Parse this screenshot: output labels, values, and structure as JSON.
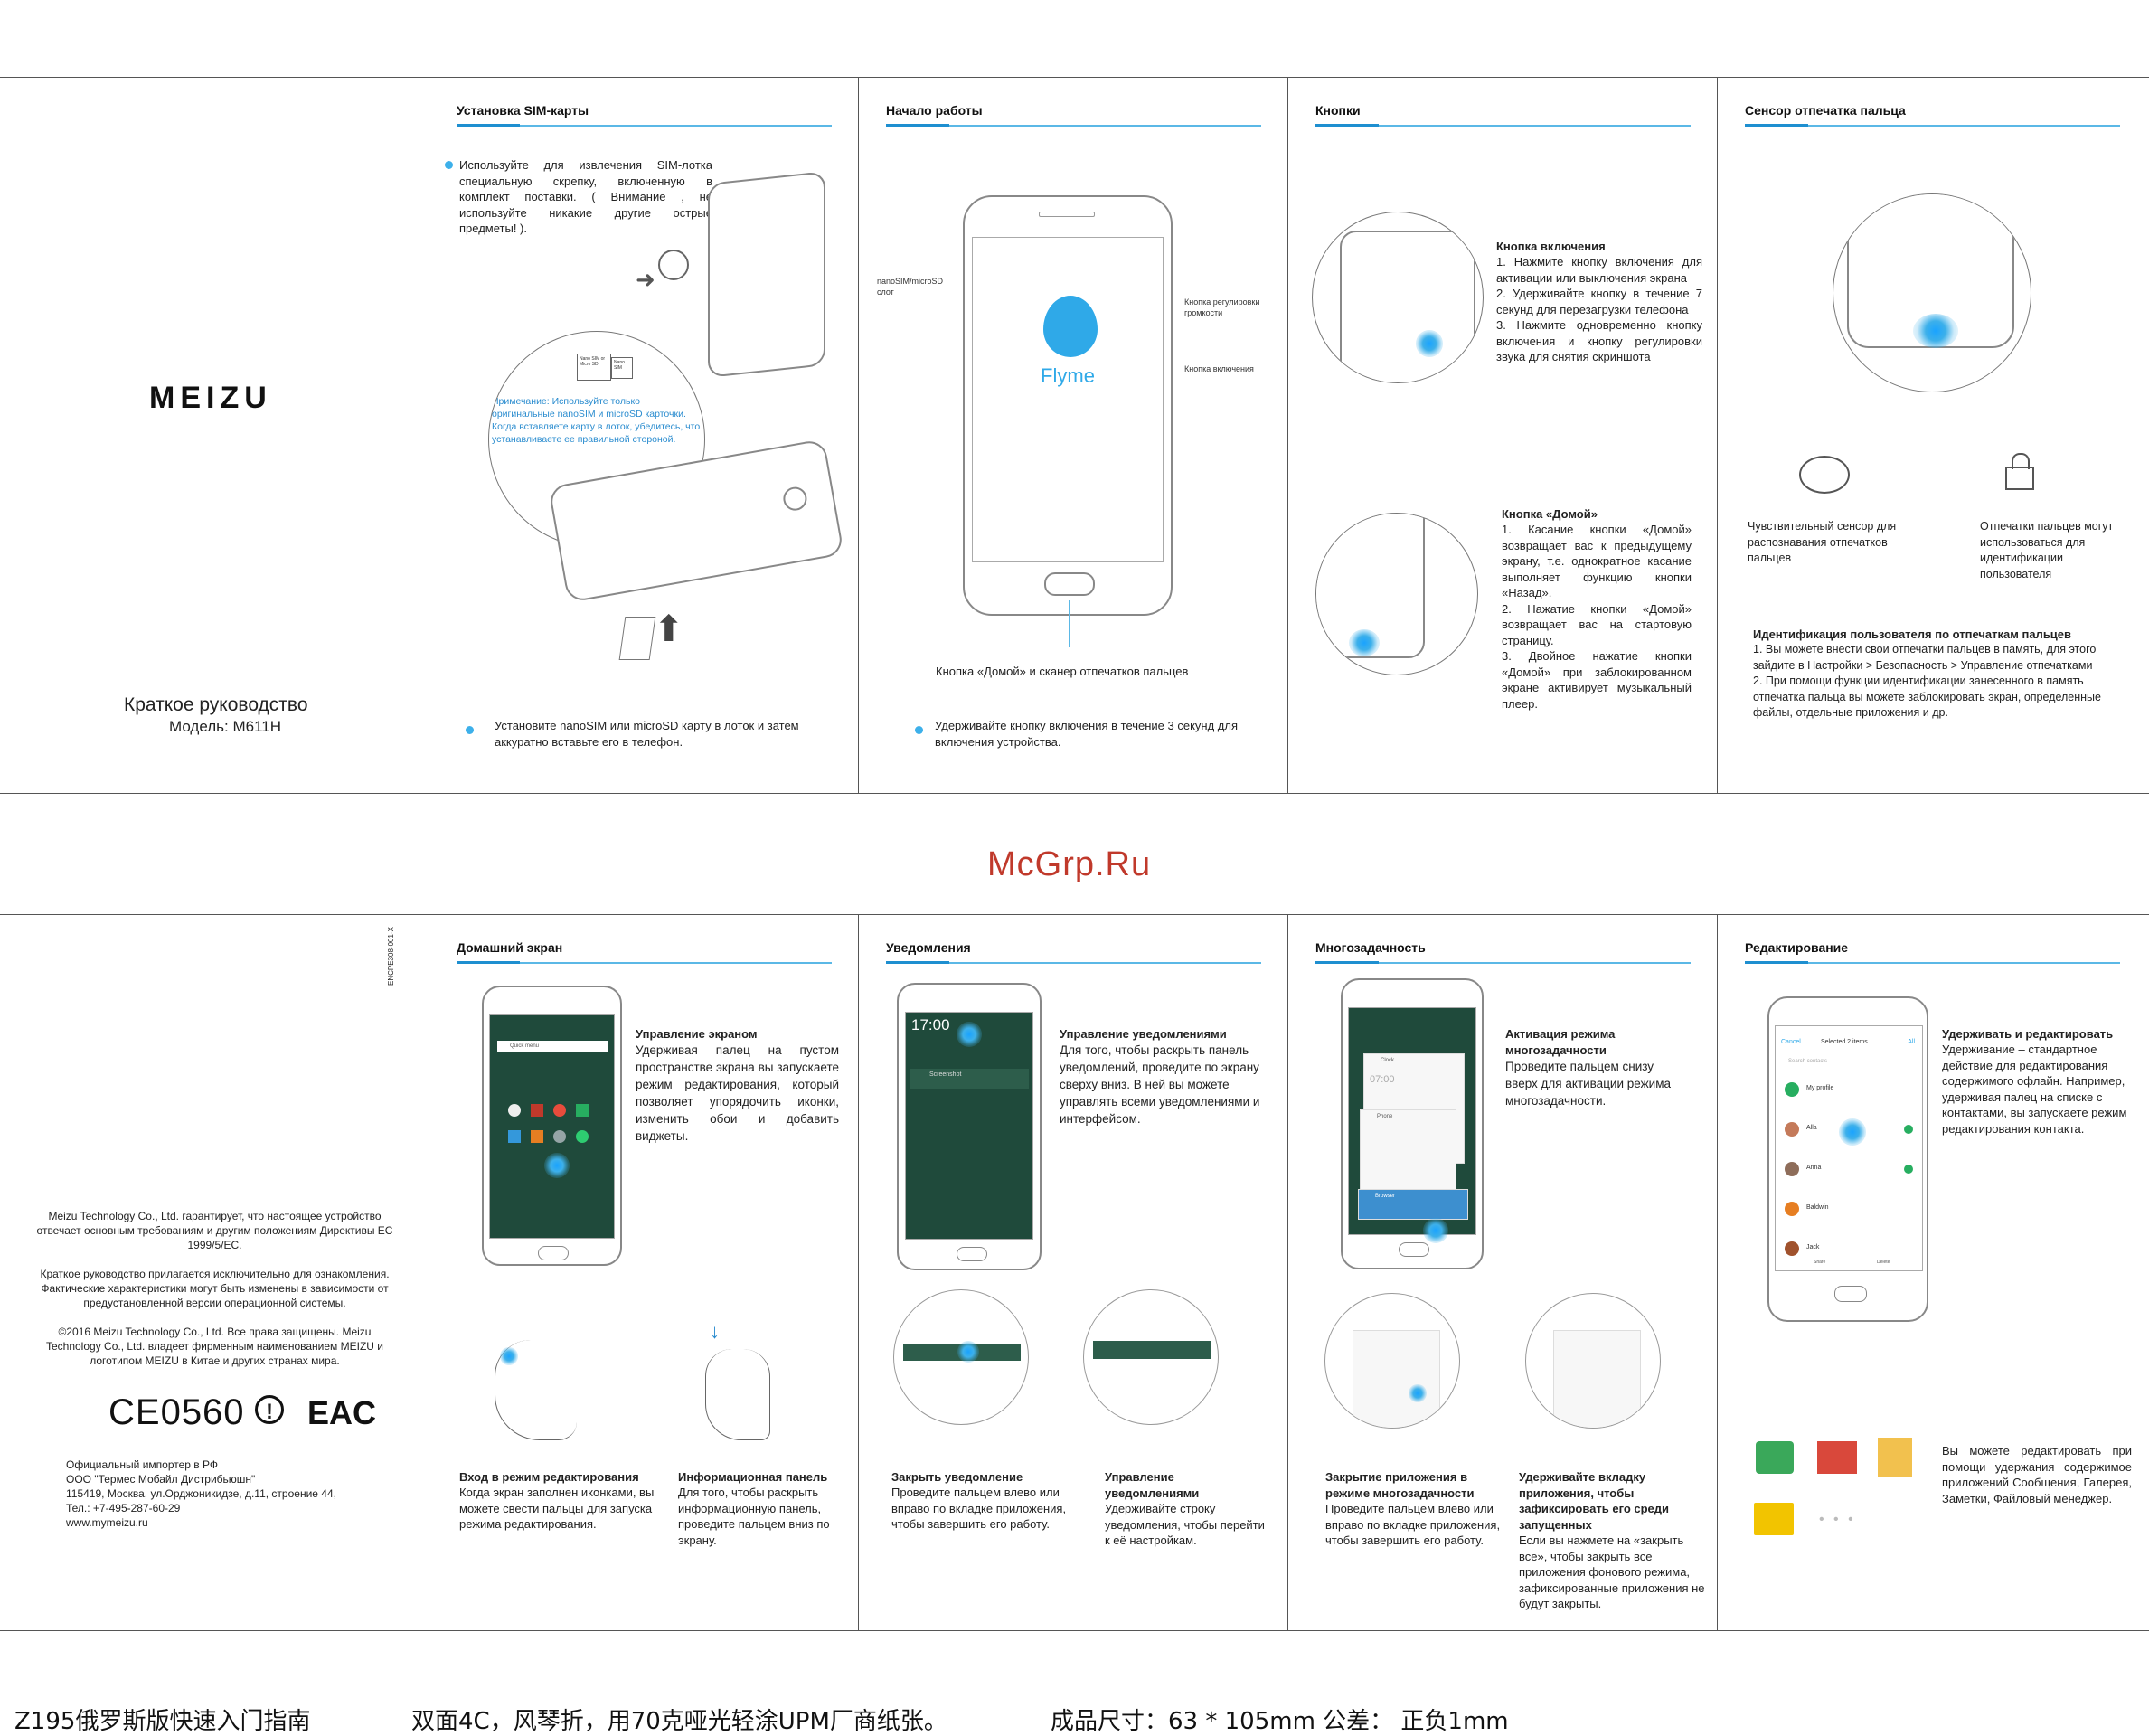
{
  "sheet1": {
    "brand": "MEIZU",
    "cover_title": "Краткое руководство",
    "cover_model": "Модель: M611H",
    "sim": {
      "title": "Установка SIM-карты",
      "step1": "Используйте для извлечения SIM-лотка специальную скрепку, включенную в комплект поставки. ( Внимание , не используйте никакие другие острые предметы! ).",
      "note": "Примечание: Используйте только оригинальные nanoSIM и microSD карточки. Когда вставляете карту в лоток, убедитесь, что устанавливаете ее правильной стороной.",
      "tray_label1": "Nano SIM or Micro SD",
      "tray_label2": "Nano SIM",
      "step2": "Установите nanoSIM или microSD карту в лоток и затем аккуратно вставьте его в телефон."
    },
    "start": {
      "title": "Начало работы",
      "slot_label": "nanoSIM/microSD слот",
      "volume_label": "Кнопка регулировки громкости",
      "power_label": "Кнопка включения",
      "flyme": "Flyme",
      "home_label": "Кнопка «Домой» и сканер отпечатков пальцев",
      "step": "Удерживайте кнопку включения в течение 3 секунд для включения устройства."
    },
    "buttons": {
      "title": "Кнопки",
      "power_title": "Кнопка включения",
      "power_text": "1. Нажмите кнопку включения для активации или выключения экрана\n2. Удерживайте кнопку в течение 7 секунд для перезагрузки телефона\n3. Нажмите одновременно кнопку включения и кнопку регулировки звука для снятия скриншота",
      "home_title": "Кнопка «Домой»",
      "home_text": "1. Касание кнопки «Домой» возвращает вас к предыдущему экрану, т.е. однократное касание выполняет функцию кнопки «Назад».\n2. Нажатие кнопки «Домой» возвращает вас на стартовую страницу.\n3. Двойное нажатие кнопки «Домой» при заблокированном экране активирует музыкальный плеер."
    },
    "fingerprint": {
      "title": "Сенсор отпечатка пальца",
      "icon1_text": "Чувствительный сенсор для распознавания отпечатков пальцев",
      "icon2_text": "Отпечатки пальцев могут использоваться для идентификации пользователя",
      "id_title": "Идентификация пользователя по отпечаткам пальцев",
      "id_text": "1. Вы можете внести свои отпечатки пальцев в память, для этого зайдите в Настройки > Безопасность > Управление отпечатками\n2. При помощи функции идентификации занесенного в память отпечатка пальца вы можете заблокировать экран, определенные файлы, отдельные приложения и др."
    }
  },
  "watermark": "McGrp.Ru",
  "sheet2": {
    "legal": {
      "code": "ENCPE308-001-X",
      "p1": "Meizu Technology Co., Ltd. гарантирует, что настоящее устройство отвечает основным требованиям и другим положениям Директивы ЕС 1999/5/EC.",
      "p2": "Краткое руководство прилагается исключительно для ознакомления. Фактические характеристики могут быть изменены в зависимости от предустановленной версии операционной системы.",
      "p3": "©2016 Meizu Technology Co., Ltd. Все права защищены. Meizu Technology Co., Ltd. владеет фирменным наименованием MEIZU и логотипом MEIZU в Китае и других странах мира.",
      "ce": "CE0560",
      "eac": "EAC",
      "importer": "Официальный импортер в РФ\nООО \"Термес Мобайл Дистрибьюшн\"\n115419, Москва, ул.Орджоникидзе, д.11, строение 44,\nТел.: +7-495-287-60-29\nwww.mymeizu.ru"
    },
    "home": {
      "title": "Домашний экран",
      "manage_title": "Управление экраном",
      "manage_text": "Удерживая палец на пустом пространстве экрана вы запускаете режим редактирования, который позволяет упорядочить иконки, изменить обои и добавить виджеты.",
      "edit_title": "Вход в режим редактирования",
      "edit_text": "Когда экран заполнен иконками, вы можете свести пальцы для запуска режима редактирования.",
      "info_title": "Информационная панель",
      "info_text": "Для того, чтобы раскрыть информационную панель, проведите пальцем вниз по экрану.",
      "search": "Quick menu"
    },
    "notify": {
      "title": "Уведомления",
      "manage_title": "Управление уведомлениями",
      "manage_text": "Для того, чтобы раскрыть панель уведомлений, проведите по экрану сверху вниз. В ней вы можете управлять всеми уведомлениями и интерфейсом.",
      "close_title": "Закрыть уведомление",
      "close_text": "Проведите пальцем влево или вправо по вкладке приложения, чтобы завершить его работу.",
      "ctrl_title": "Управление уведомлениями",
      "ctrl_text": "Удерживайте строку уведомления, чтобы перейти к её настройкам.",
      "time": "17:00",
      "screenshot": "Screenshot"
    },
    "multi": {
      "title": "Многозадачность",
      "act_title": "Активация режима многозадачности",
      "act_text": "Проведите пальцем снизу вверх для активации режима многозадачности.",
      "close_title": "Закрытие приложения в режиме многозадачности",
      "close_text": "Проведите пальцем влево или вправо по вкладке приложения, чтобы завершить его работу.",
      "hold_title": "Удерживайте вкладку приложения, чтобы зафиксировать его среди запущенных",
      "hold_text": "Если вы нажмете на «закрыть все», чтобы закрыть все приложения фонового режима, зафиксированные приложения не будут закрыты.",
      "clock": "Clock",
      "phone": "Phone",
      "browser": "Browser",
      "time": "07:00"
    },
    "edit": {
      "title": "Редактирование",
      "hold_title": "Удерживать и редактировать",
      "hold_text": "Удерживание – стандартное действие для редактирования содержимого офлайн. Например, удерживая палец на списке с контактами, вы запускаете режим редактирования контакта.",
      "apps_text": "Вы можете редактировать при помощи удержания содержимое приложений Сообщения, Галерея, Заметки, Файловый менеджер.",
      "cancel": "Cancel",
      "selected": "Selected 2 items",
      "all": "All",
      "search": "Search contacts",
      "contacts": [
        "My profile",
        "Alla",
        "Anna",
        "Baldwin",
        "Jack"
      ],
      "share": "Share",
      "delete": "Delete"
    }
  },
  "footer": {
    "part1": "Z195俄罗斯版快速入门指南",
    "part2": "双面4C，风琴折，用70克哑光轻涂UPM厂商纸张。",
    "part3": "成品尺寸：63 * 105mm  公差： 正负1mm"
  }
}
